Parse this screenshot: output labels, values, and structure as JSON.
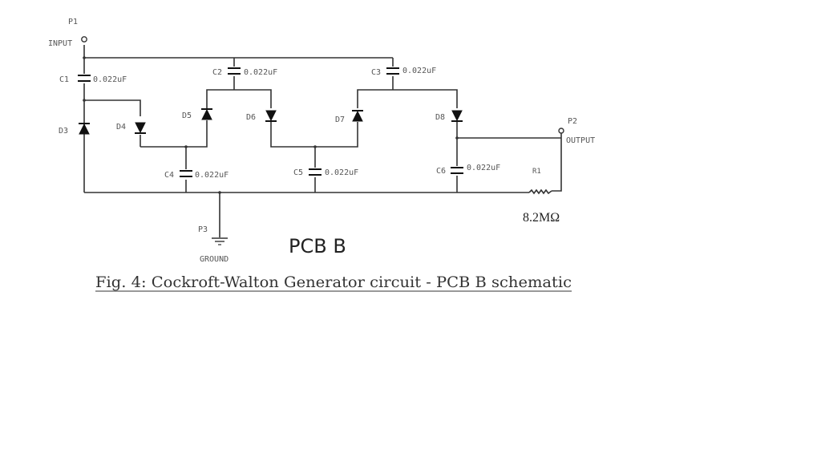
{
  "ports": {
    "p1": {
      "ref": "P1",
      "label": "INPUT"
    },
    "p2": {
      "ref": "P2",
      "label": "OUTPUT"
    },
    "p3": {
      "ref": "P3",
      "label": "GROUND"
    }
  },
  "capacitors": {
    "c1": {
      "ref": "C1",
      "value": "0.022uF"
    },
    "c2": {
      "ref": "C2",
      "value": "0.022uF"
    },
    "c3": {
      "ref": "C3",
      "value": "0.022uF"
    },
    "c4": {
      "ref": "C4",
      "value": "0.022uF"
    },
    "c5": {
      "ref": "C5",
      "value": "0.022uF"
    },
    "c6": {
      "ref": "C6",
      "value": "0.022uF"
    }
  },
  "diodes": {
    "d3": {
      "ref": "D3"
    },
    "d4": {
      "ref": "D4"
    },
    "d5": {
      "ref": "D5"
    },
    "d6": {
      "ref": "D6"
    },
    "d7": {
      "ref": "D7"
    },
    "d8": {
      "ref": "D8"
    }
  },
  "resistor": {
    "ref": "R1",
    "value": "8.2MΩ"
  },
  "board_title": "PCB B",
  "caption": "Fig. 4: Cockroft-Walton Generator circuit - PCB B schematic"
}
